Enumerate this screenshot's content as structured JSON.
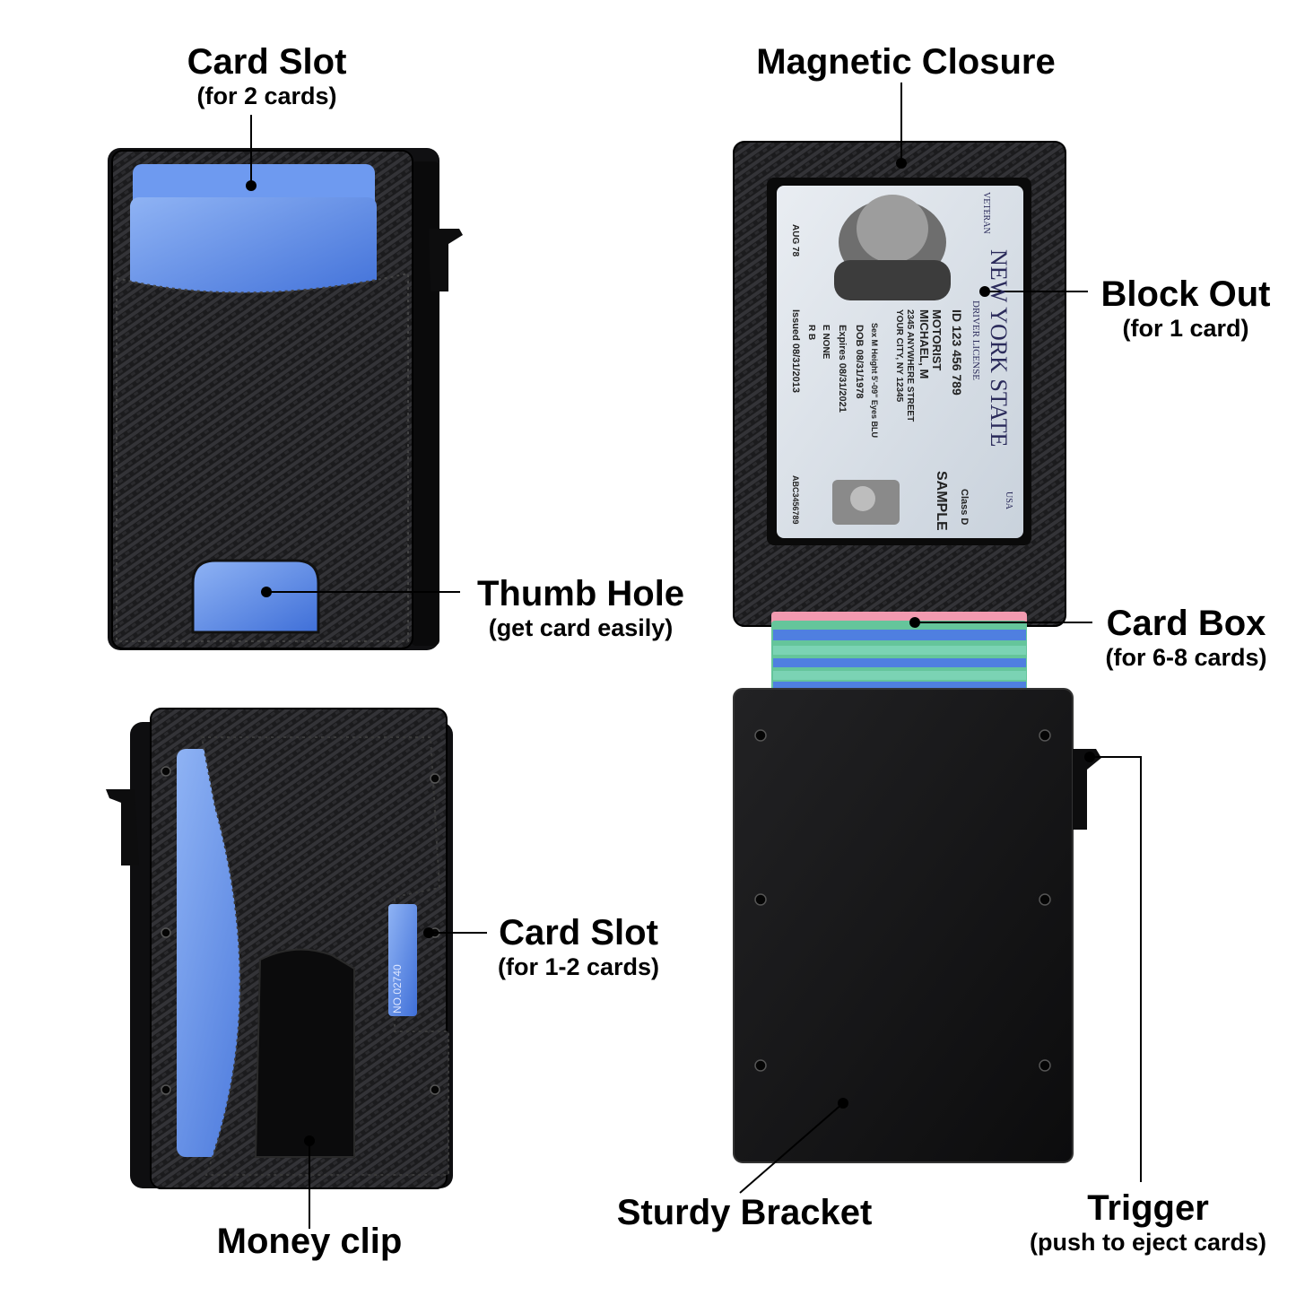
{
  "callouts": {
    "card_slot_top": {
      "title": "Card Slot",
      "note": "(for 2 cards)"
    },
    "thumb_hole": {
      "title": "Thumb Hole",
      "note": "(get card easily)"
    },
    "card_slot_back": {
      "title": "Card Slot",
      "note": "(for 1-2 cards)"
    },
    "money_clip": {
      "title": "Money clip"
    },
    "magnetic_closure": {
      "title": "Magnetic Closure"
    },
    "block_out": {
      "title": "Block Out",
      "note": "(for 1 card)"
    },
    "card_box": {
      "title": "Card Box",
      "note": "(for 6-8 cards)"
    },
    "sturdy_bracket": {
      "title": "Sturdy Bracket"
    },
    "trigger": {
      "title": "Trigger",
      "note": "(push to eject cards)"
    }
  },
  "id_card": {
    "state": "NEW YORK STATE",
    "type": "DRIVER LICENSE",
    "usa": "USA",
    "veteran": "VETERAN",
    "id_number": "ID 123 456 789",
    "last_name": "MOTORIST",
    "first_name": "MICHAEL, M",
    "address1": "2345 ANYWHERE STREET",
    "address2": "YOUR CITY, NY 12345",
    "sex_height": "Sex M  Height 5'-09\"  Eyes BLU",
    "dob": "DOB 08/31/1978",
    "expires": "Expires 08/31/2021",
    "endorsement": "E NONE",
    "restriction": "R B",
    "issued": "Issued 08/31/2013",
    "class": "Class D",
    "sample": "SAMPLE",
    "doc_number": "ABC3456789",
    "birth": "AUG 78"
  },
  "clip_card_number": "NO.02740",
  "colors": {
    "leather": "#1c1c1e",
    "weave": "#2e2e31",
    "card_blue": "#5b8be6",
    "metal": "#141415"
  }
}
